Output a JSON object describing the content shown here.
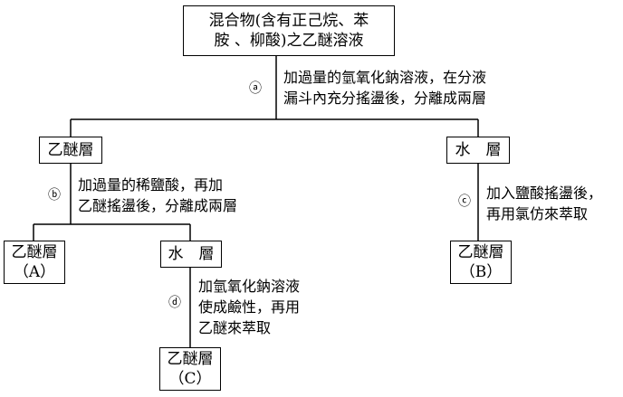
{
  "nodes": {
    "start": {
      "line1": "混合物(含有正己烷、苯",
      "line2": "胺 、柳酸)之乙醚溶液"
    },
    "ether_layer_1": {
      "label": "乙醚層"
    },
    "water_layer_1": {
      "label": "水　層"
    },
    "ether_layer_a": {
      "label": "乙醚層",
      "tag": "（A）"
    },
    "water_layer_2": {
      "label": "水　層"
    },
    "ether_layer_b": {
      "label": "乙醚層",
      "tag": "（B）"
    },
    "ether_layer_c": {
      "label": "乙醚層",
      "tag": "（C）"
    }
  },
  "steps": {
    "a": {
      "marker": "ⓐ",
      "text": "加過量的氫氧化鈉溶液，在分液\n漏斗內充分搖盪後，分離成兩層"
    },
    "b": {
      "marker": "ⓑ",
      "text": "加過量的稀鹽酸，再加\n乙醚搖盪後，分離成兩層"
    },
    "c": {
      "marker": "ⓒ",
      "text": "加入鹽酸搖盪後，\n再用氯仿來萃取"
    },
    "d": {
      "marker": "ⓓ",
      "text": "加氫氧化鈉溶液\n使成鹼性，再用\n乙醚來萃取"
    }
  }
}
